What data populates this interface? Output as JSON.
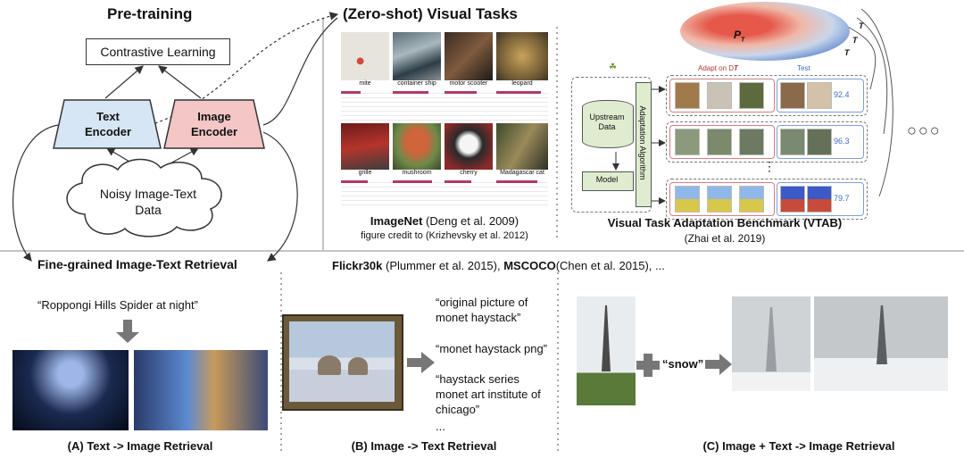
{
  "pretraining": {
    "title": "Pre-training",
    "contrastive": "Contrastive Learning",
    "text_encoder": "Text\nEncoder",
    "image_encoder": "Image\nEncoder",
    "noisy_data": "Noisy Image-Text\nData"
  },
  "zeroshot": {
    "title": "(Zero-shot) Visual Tasks",
    "imagenet_name": "ImageNet",
    "imagenet_cite": " (Deng et al. 2009)",
    "imagenet_credit": "figure credit to (Krizhevsky et al. 2012)",
    "imagenet_labels": [
      "mite",
      "container ship",
      "motor scooter",
      "leopard",
      "grille",
      "mushroom",
      "cherry",
      "Madagascar cat"
    ],
    "vtab_title": "Visual Task Adaptation Benchmark (VTAB)",
    "vtab_cite": "(Zhai et al. 2019)",
    "vtab_upstream": "Upstream\nData",
    "vtab_model": "Model",
    "vtab_algo": "Adaptation Algorithm",
    "vtab_adapt": "Adapt on D",
    "vtab_test": "Test",
    "vtab_scores": [
      "92.4",
      "96.3",
      "79.7"
    ],
    "vtab_pt": "P",
    "vtab_t_labels": [
      "T",
      "T",
      "T"
    ],
    "ellipsis_dots": "○○○",
    "vertical_dots": "⋮"
  },
  "retrieval": {
    "title": "Fine-grained Image-Text Retrieval",
    "datasets_flickr": "Flickr30k",
    "datasets_flickr_cite": " (Plummer et al. 2015), ",
    "datasets_coco": "MSCOCO",
    "datasets_coco_cite": "(Chen et al. 2015), ...",
    "a_query": "“Roppongi Hills Spider at night”",
    "a_caption": "(A) Text -> Image Retrieval",
    "b_texts": [
      "“original picture of\nmonet haystack”",
      "“monet haystack png”",
      "“haystack series\nmonet art institute of\nchicago”",
      "..."
    ],
    "b_caption": "(B) Image -> Text Retrieval",
    "c_word": "“snow”",
    "c_caption": "(C) Image + Text -> Image Retrieval"
  },
  "colors": {
    "text_encoder": "#d6e6f5",
    "image_encoder": "#f4c6c6",
    "arrow_gray": "#777777",
    "vtab_green": "#dfeccf",
    "score_blue": "#3b6fc4"
  }
}
